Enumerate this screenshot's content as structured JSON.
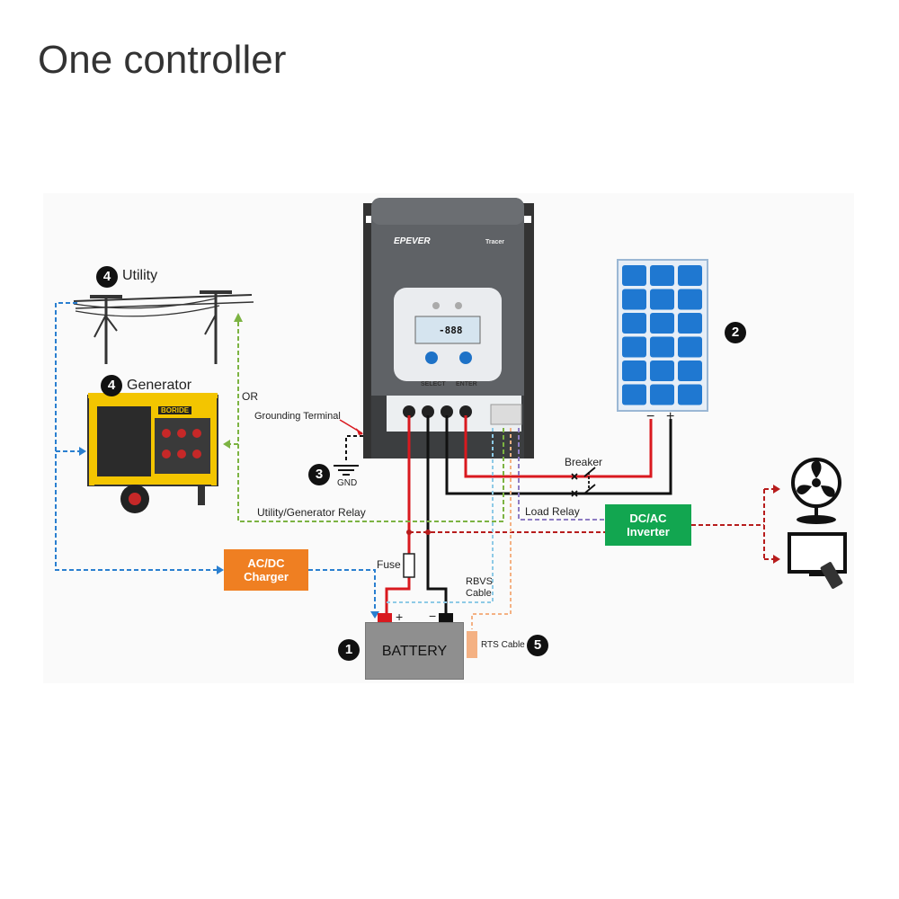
{
  "title": "One controller",
  "labels": {
    "utility": "Utility",
    "generator": "Generator",
    "or": "OR",
    "grounding_terminal": "Grounding Terminal",
    "gnd": "GND",
    "utility_generator_relay": "Utility/Generator Relay",
    "breaker": "Breaker",
    "load_relay": "Load Relay",
    "fuse": "Fuse",
    "rbvs_cable_line1": "RBVS",
    "rbvs_cable_line2": "Cable",
    "rts_cable": "RTS Cable",
    "pv_minus": "−",
    "pv_plus": "+",
    "bat_plus": "+",
    "bat_minus": "−"
  },
  "boxes": {
    "charger_line1": "AC/DC",
    "charger_line2": "Charger",
    "inverter_line1": "DC/AC",
    "inverter_line2": "Inverter",
    "battery": "BATTERY"
  },
  "numbers": {
    "battery": "1",
    "solar_panel": "2",
    "ground": "3",
    "utility": "4",
    "generator": "4",
    "rts": "5"
  },
  "controller": {
    "brand": "EPEVER",
    "model": "Tracer",
    "select_label": "SELECT",
    "enter_label": "ENTER",
    "lcd_value": "-888"
  },
  "generator_brand": "BORIDE",
  "colors": {
    "positive": "#d9191f",
    "negative": "#111111",
    "charger_line": "#2a7fd0",
    "relay_line": "#7cb342",
    "inverter_output": "#b71c1c",
    "rbvs": "#8ecae6",
    "rts": "#f4b183",
    "load_relay": "#8e7cc3",
    "charger_box": "#ef7f22",
    "inverter_box": "#12a650",
    "battery_box": "#8f8f8f",
    "controller_body": "#5f6266",
    "solar_cell": "#1f78d1"
  }
}
